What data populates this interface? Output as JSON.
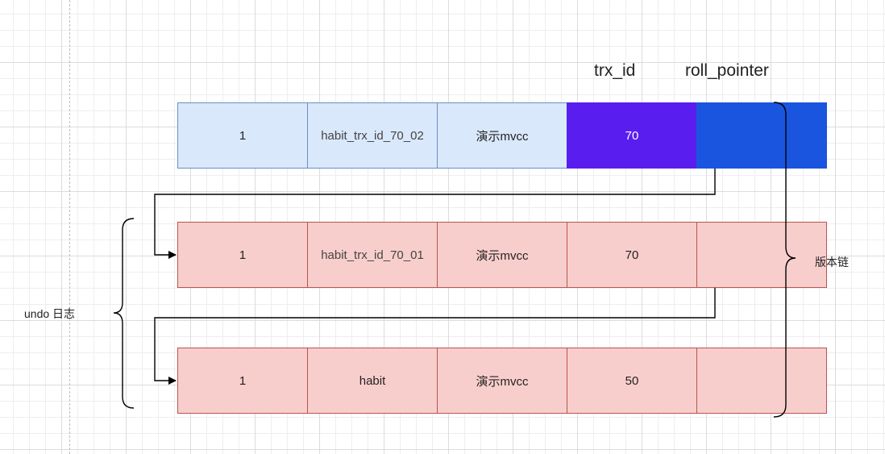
{
  "headers": {
    "trx_id": "trx_id",
    "roll_pointer": "roll_pointer"
  },
  "rows": [
    {
      "cells": [
        "1",
        "habit_trx_id_70_02",
        "演示mvcc",
        "70",
        ""
      ]
    },
    {
      "cells": [
        "1",
        "habit_trx_id_70_01",
        "演示mvcc",
        "70",
        ""
      ]
    },
    {
      "cells": [
        "1",
        "habit",
        "演示mvcc",
        "50",
        ""
      ]
    }
  ],
  "labels": {
    "undo_log": "undo 日志",
    "version_chain": "版本链"
  },
  "colors": {
    "current_row_fill": "#dae8fc",
    "undo_row_fill": "#f8cecc",
    "trx_id_highlight": "#5a1df0",
    "roll_pointer_highlight": "#1a55e0"
  }
}
